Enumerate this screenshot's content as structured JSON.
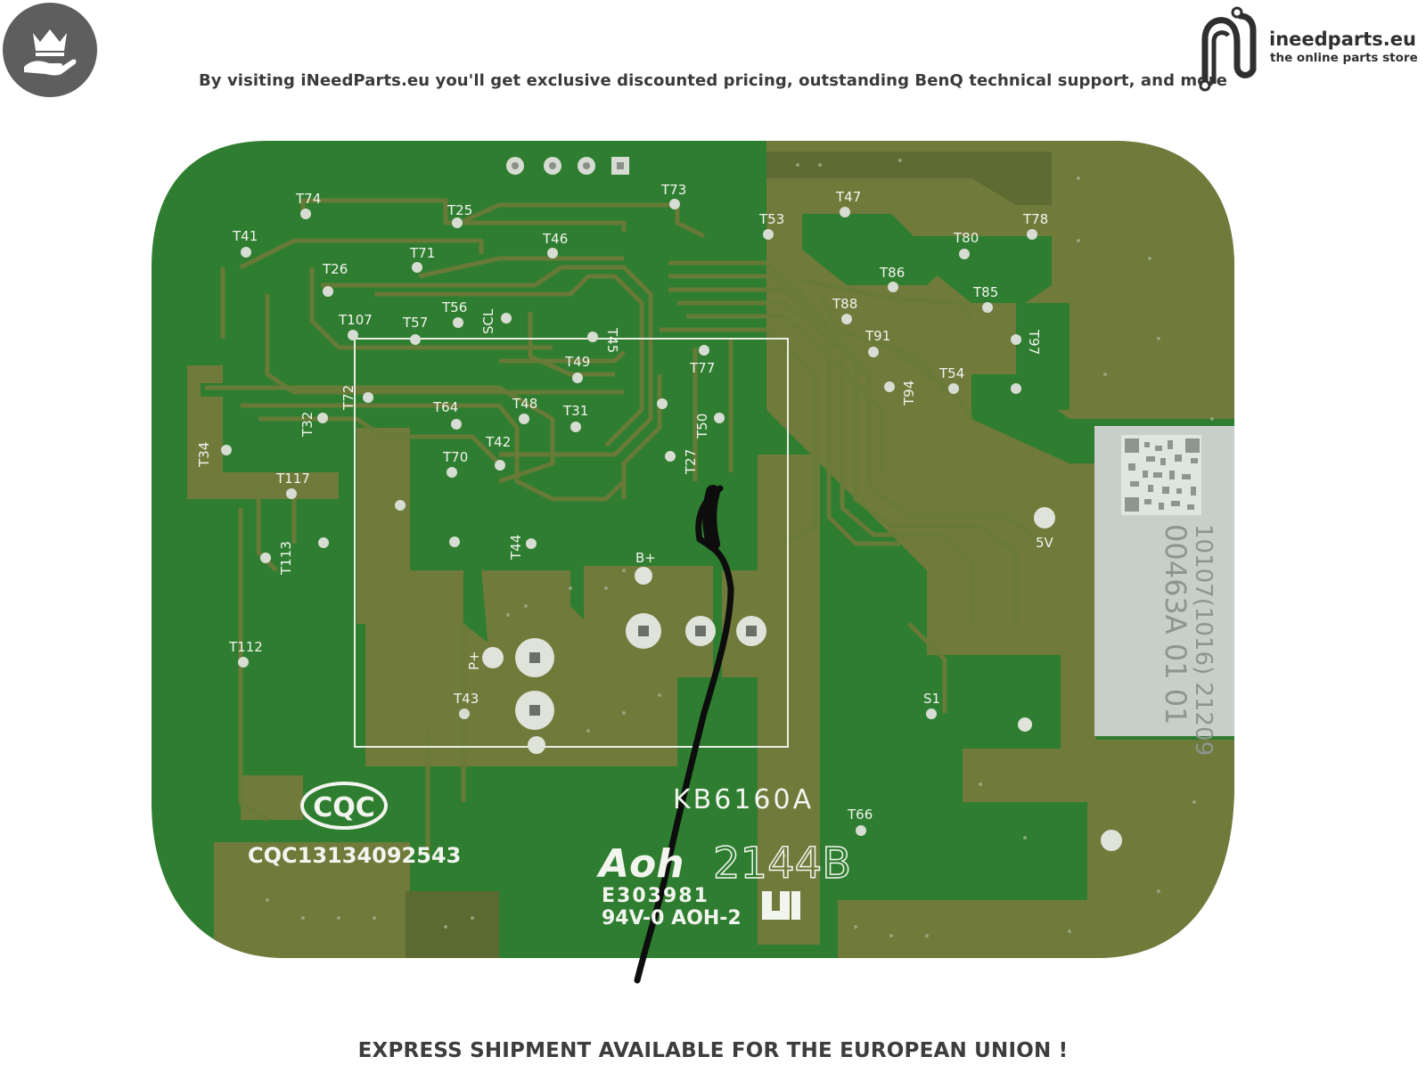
{
  "header": {
    "tagline": "By visiting iNeedParts.eu you'll get exclusive discounted pricing, outstanding BenQ technical support, and more",
    "badge_icon": "crown-hand-icon",
    "logo": {
      "name": "ineedparts.eu",
      "sub": "the online parts store",
      "icon": "n-circuit-logo-icon"
    }
  },
  "board": {
    "part_number": "KB6160A",
    "cert_mark": "CQC",
    "cert_code": "CQC13134092543",
    "brand_mark": "Aoh",
    "date_code": "2144B",
    "ul_file": "E303981",
    "flammability": "94V-0 AOH-2",
    "label_line_1": "10107(1016) 21209",
    "label_line_2": "00463A 01 01",
    "test_points": [
      "T74",
      "T25",
      "T73",
      "T47",
      "T53",
      "T78",
      "T41",
      "T71",
      "T46",
      "T80",
      "T26",
      "T86",
      "T85",
      "T56",
      "SCL",
      "T107",
      "T57",
      "T45",
      "T88",
      "T91",
      "T97",
      "T49",
      "T77",
      "T54",
      "T94",
      "T72",
      "T64",
      "T48",
      "T31",
      "T50",
      "T32",
      "T34",
      "T42",
      "T27",
      "T70",
      "T117",
      "T113",
      "T44",
      "B+",
      "5V",
      "P+",
      "T112",
      "T43",
      "S1",
      "T66"
    ],
    "colors": {
      "board": "#2f7a2f",
      "copper": "#6b7a3a",
      "silk": "#f2f5ee",
      "label": "#c8cfca"
    }
  },
  "footer": {
    "text": "EXPRESS SHIPMENT AVAILABLE FOR THE EUROPEAN UNION !"
  }
}
